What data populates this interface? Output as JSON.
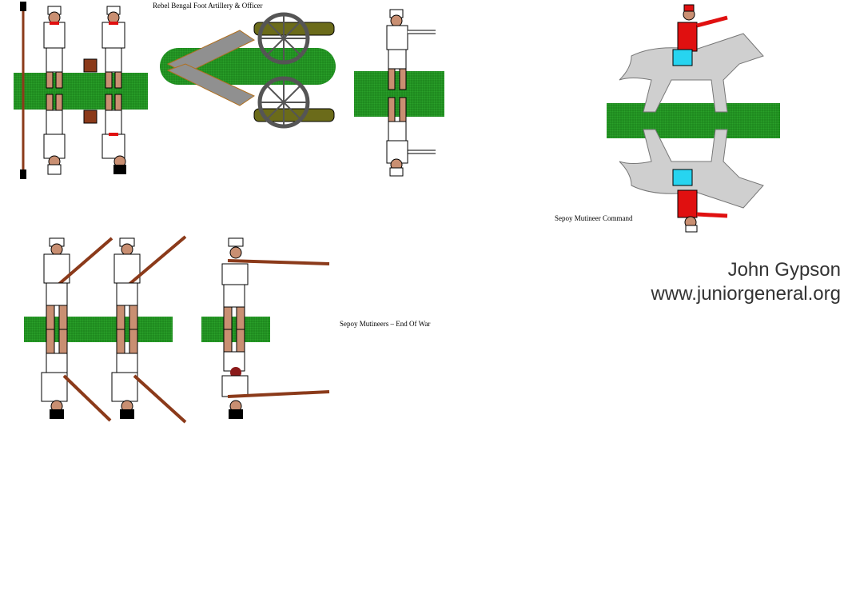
{
  "labels": {
    "artillery": "Rebel Bengal Foot Artillery & Officer",
    "command": "Sepoy Mutineer Command",
    "infantry": "Sepoy Mutineers – End Of War"
  },
  "credit": {
    "author": "John Gypson",
    "url": "www.juniorgeneral.org"
  },
  "colors": {
    "base_green": "#1f8a1f",
    "uniform_white": "#ffffff",
    "skin": "#c98f72",
    "coat_red": "#e01010",
    "horse_grey": "#cfcfcf",
    "cannon_olive": "#6b6b1a",
    "musket_brown": "#8b3a1a"
  }
}
